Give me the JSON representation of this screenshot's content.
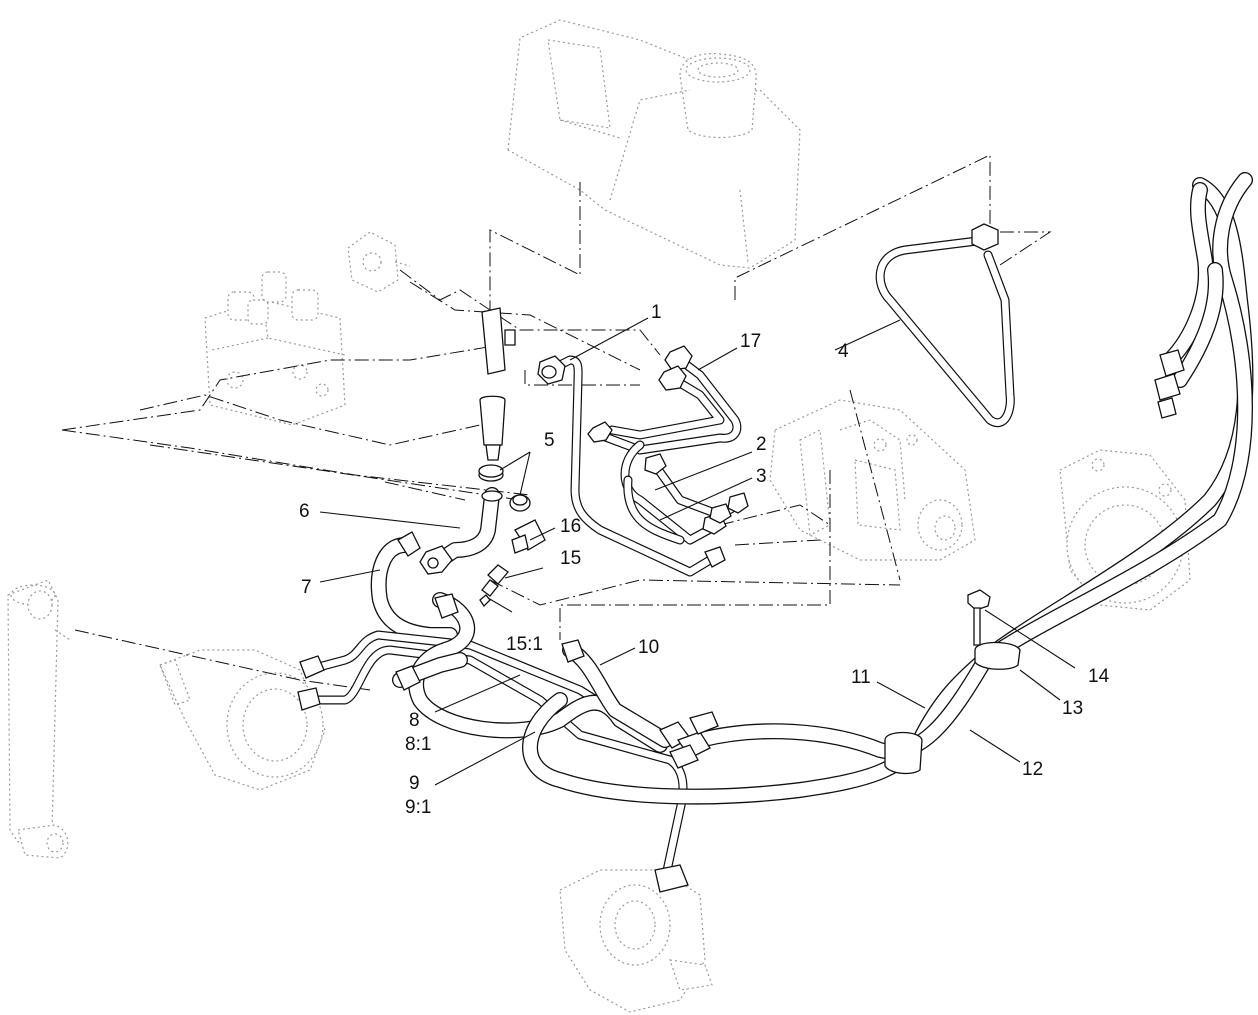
{
  "callouts": {
    "c1": "1",
    "c2": "2",
    "c3": "3",
    "c4": "4",
    "c5": "5",
    "c6": "6",
    "c7": "7",
    "c8": "8",
    "c8_sub": "8:1",
    "c9": "9",
    "c9_sub": "9:1",
    "c10": "10",
    "c11": "11",
    "c12": "12",
    "c13": "13",
    "c14": "14",
    "c15": "15",
    "c15_sub": "15:1",
    "c16": "16",
    "c17": "17"
  }
}
